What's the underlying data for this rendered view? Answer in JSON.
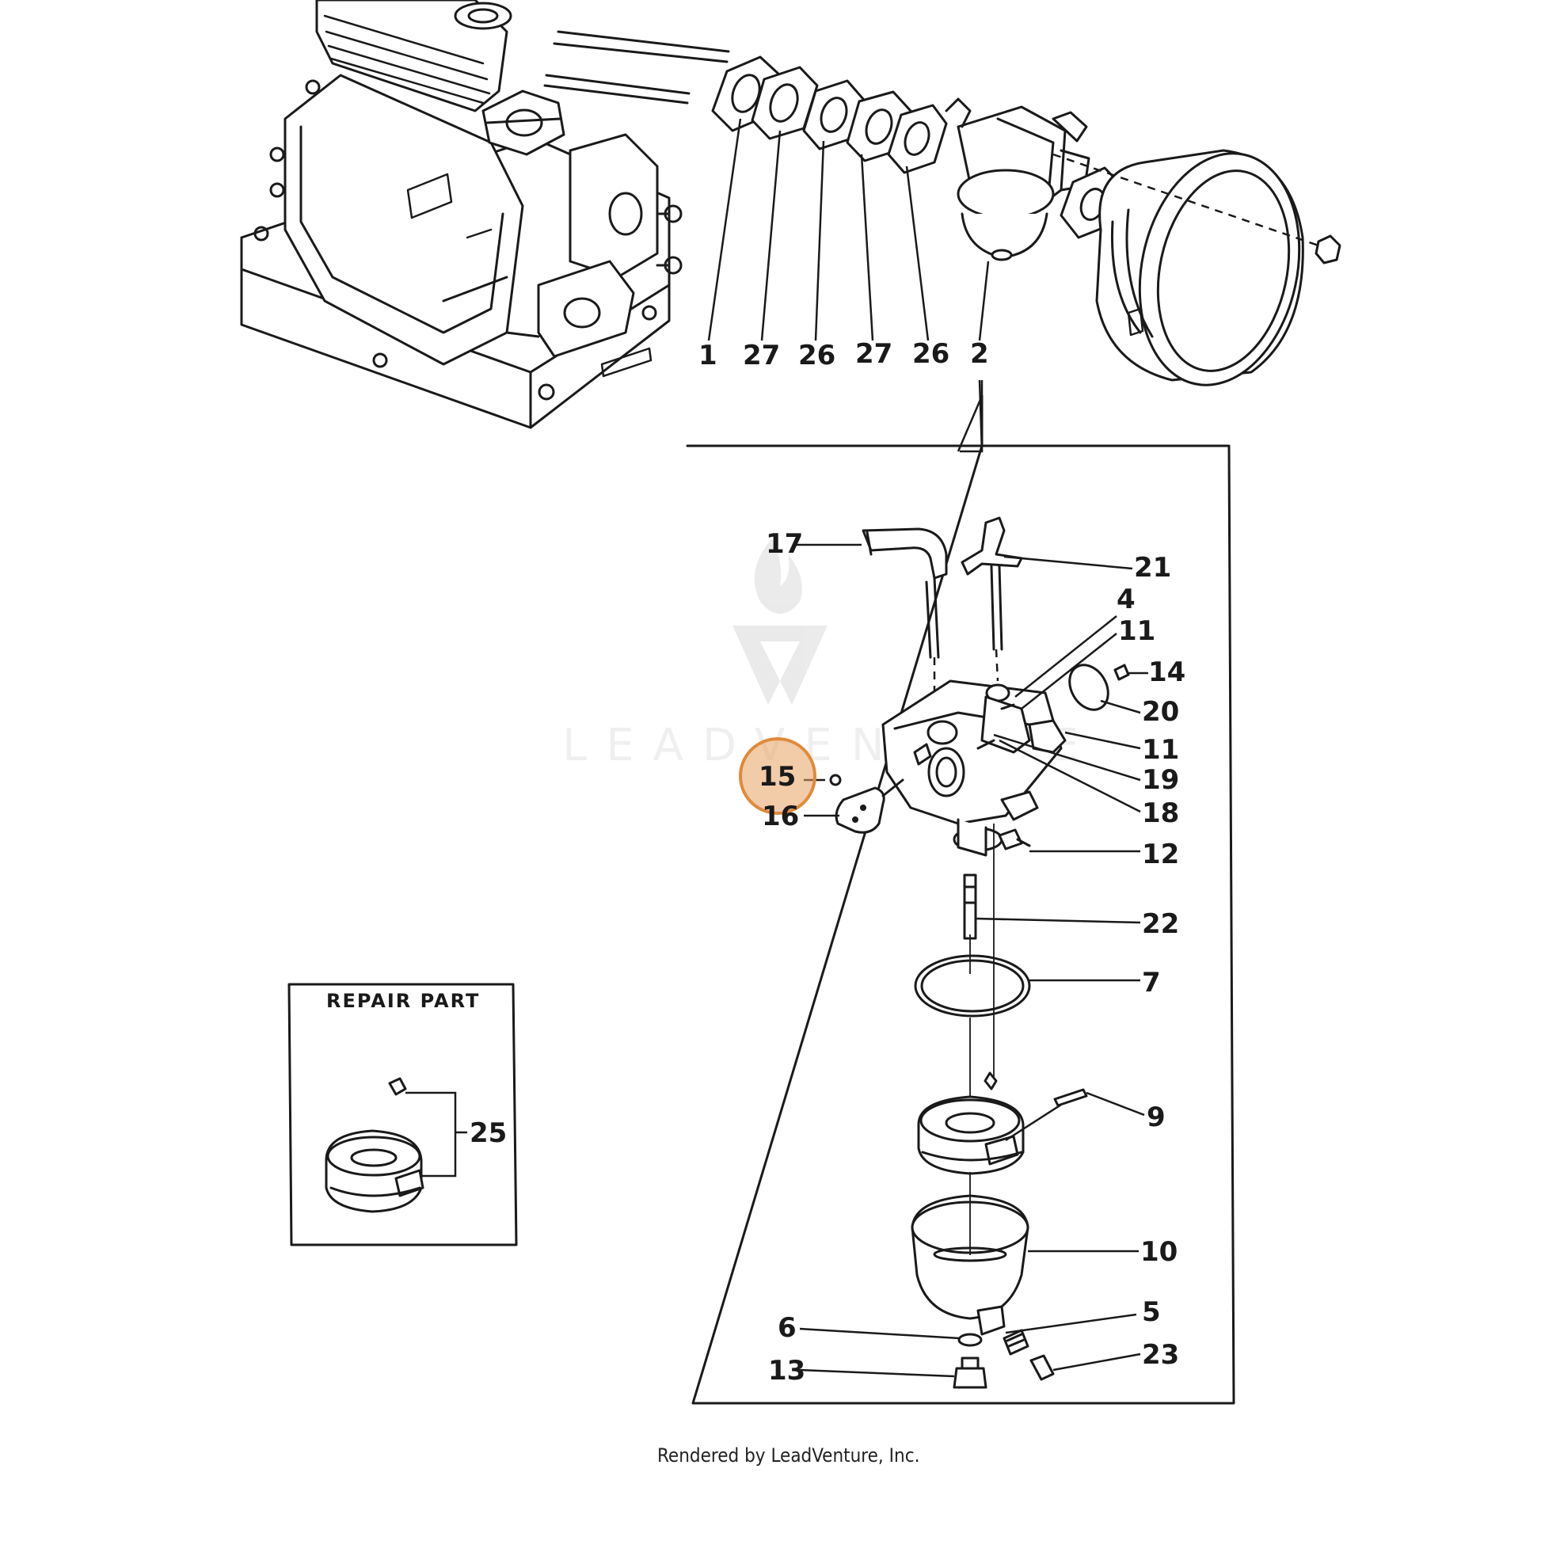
{
  "callouts": {
    "c1": "1",
    "c27a": "27",
    "c26a": "26",
    "c27b": "27",
    "c26b": "26",
    "c2": "2",
    "c17": "17",
    "c21": "21",
    "c4": "4",
    "c11a": "11",
    "c14": "14",
    "c20": "20",
    "c11b": "11",
    "c19": "19",
    "c18": "18",
    "c15": "15",
    "c16": "16",
    "c12": "12",
    "c22": "22",
    "c7": "7",
    "c9": "9",
    "c10": "10",
    "c6": "6",
    "c5": "5",
    "c13": "13",
    "c23": "23",
    "c25": "25"
  },
  "repair_part": {
    "title": "REPAIR PART"
  },
  "highlight": {
    "part_number": "15",
    "color": "#e8a060"
  },
  "watermark": {
    "text": "LEADVENTURE"
  },
  "footer": {
    "caption": "Rendered by LeadVenture, Inc."
  }
}
